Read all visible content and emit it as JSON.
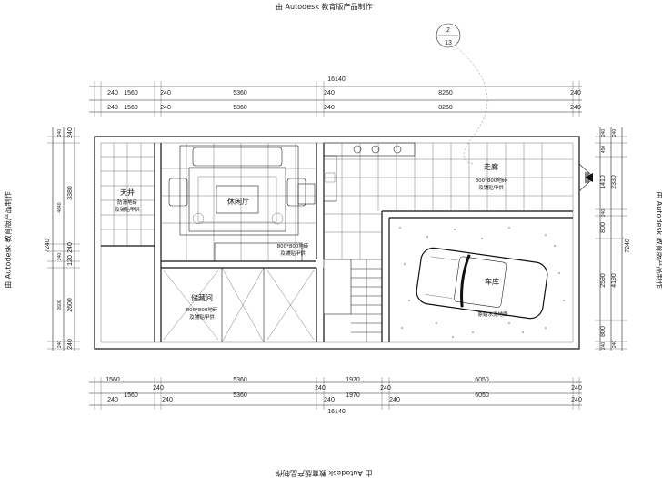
{
  "watermark": "由 Autodesk 教育版产品制作",
  "index_marker": {
    "top": "2",
    "bottom": "13"
  },
  "dims_top": {
    "overall": "16140",
    "row1": [
      "240",
      "1560",
      "240",
      "5360",
      "240",
      "8260",
      "240"
    ],
    "row2": [
      "240",
      "1560",
      "240",
      "5360",
      "240",
      "8260",
      "240"
    ]
  },
  "dims_bottom": {
    "overall": "16140",
    "row1": [
      "1560",
      "240",
      "5360",
      "240",
      "1970",
      "240",
      "6050",
      "240"
    ],
    "row2": [
      "240",
      "1560",
      "240",
      "5360",
      "240",
      "1970",
      "240",
      "6050",
      "240"
    ]
  },
  "dims_left": {
    "overall": "7240",
    "inner": [
      "240",
      "3380",
      "240",
      "120",
      "2600",
      "240"
    ],
    "outer": [
      "240",
      "4640",
      "240",
      "2600",
      "240"
    ]
  },
  "dims_right": {
    "overall": "7240",
    "inner": [
      "240",
      "450",
      "2330",
      "1410",
      "240",
      "800",
      "2590",
      "800",
      "240"
    ],
    "outer": [
      "240",
      "4190",
      "240"
    ]
  },
  "rooms": {
    "skywell": {
      "name": "天井",
      "note1": "防滑地砖",
      "note2": "及铺贴甲供"
    },
    "lounge": {
      "name": "休闲厅",
      "note1": "800*800地砖",
      "note2": "及铺贴甲供"
    },
    "corridor": {
      "name": "走廊",
      "note1": "800*800地砖",
      "note2": "及铺贴甲供"
    },
    "storage": {
      "name": "储藏间",
      "note1": "800*800地砖",
      "note2": "及铺贴甲供"
    },
    "garage": {
      "name": "车库",
      "note1": "原始水泥地面"
    }
  }
}
